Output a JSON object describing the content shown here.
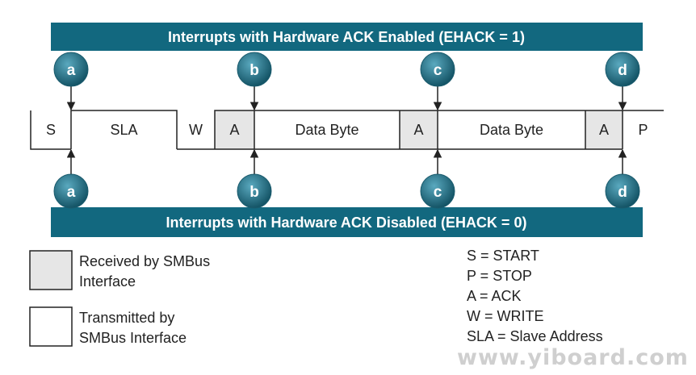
{
  "banner_top": "Interrupts with Hardware ACK Enabled (EHACK = 1)",
  "banner_bottom": "Interrupts with Hardware ACK Disabled (EHACK = 0)",
  "segments": [
    {
      "label": "S",
      "kind": "plain"
    },
    {
      "label": "SLA",
      "kind": "transmitted"
    },
    {
      "label": "W",
      "kind": "plain"
    },
    {
      "label": "A",
      "kind": "received"
    },
    {
      "label": "Data Byte",
      "kind": "transmitted"
    },
    {
      "label": "A",
      "kind": "received"
    },
    {
      "label": "Data Byte",
      "kind": "transmitted"
    },
    {
      "label": "A",
      "kind": "received"
    },
    {
      "label": "P",
      "kind": "plain"
    }
  ],
  "markers": [
    "a",
    "b",
    "c",
    "d"
  ],
  "legend": {
    "received_line1": "Received by SMBus",
    "received_line2": "Interface",
    "transmitted_line1": "Transmitted by",
    "transmitted_line2": "SMBus Interface"
  },
  "key": [
    "S = START",
    "P = STOP",
    "A = ACK",
    "W = WRITE",
    "SLA = Slave Address"
  ],
  "watermark": "www.yiboard.com",
  "colors": {
    "banner": "#12687f",
    "badge_outer": "#1a5b6d",
    "badge_inner": "#3a8ea6",
    "received_fill": "#e6e6e6",
    "line": "#222222"
  }
}
